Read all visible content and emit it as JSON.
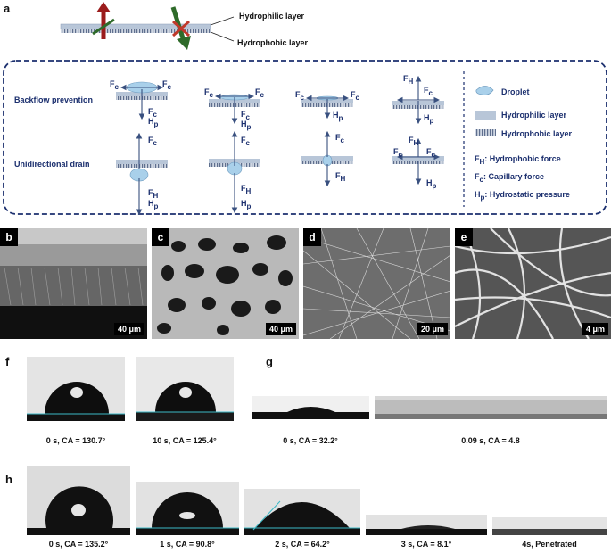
{
  "panels": {
    "a": "a",
    "b": "b",
    "c": "c",
    "d": "d",
    "e": "e",
    "f": "f",
    "g": "g",
    "h": "h"
  },
  "top_labels": {
    "hydrophilic": "Hydrophilic layer",
    "hydrophobic": "Hydrophobic layer"
  },
  "rows": {
    "backflow": "Backflow prevention",
    "drain": "Unidirectional drain"
  },
  "forces": {
    "fc": "F",
    "fc_sub": "c",
    "fh": "F",
    "fh_sub": "H",
    "hp": "H",
    "hp_sub": "p"
  },
  "legend": {
    "droplet": "Droplet",
    "hydrophilic": "Hydrophilic layer",
    "hydrophobic": "Hydrophobic layer",
    "fh_def": ": Hydrophobic force",
    "fc_def": ": Capillary force",
    "hp_def": ": Hydrostatic pressure"
  },
  "sem": {
    "b": {
      "scale": "40 μm"
    },
    "c": {
      "scale": "40 μm"
    },
    "d": {
      "scale": "20 μm"
    },
    "e": {
      "scale": "4 μm"
    }
  },
  "captions": {
    "f": [
      "0 s, CA = 130.7°",
      "10 s, CA = 125.4°"
    ],
    "g": [
      "0 s, CA = 32.2°",
      "0.09 s, CA = 4.8"
    ],
    "h": [
      "0 s, CA = 135.2°",
      "1 s, CA = 90.8°",
      "2 s, CA = 64.2°",
      "3 s, CA = 8.1°",
      "4s, Penetrated"
    ]
  },
  "colors": {
    "navy": "#1b2f6e",
    "layer": "#b8c6d8",
    "arrow_red": "#9b1c1c",
    "arrow_green": "#2f6b2a",
    "droplet": "#a9d0ea"
  }
}
